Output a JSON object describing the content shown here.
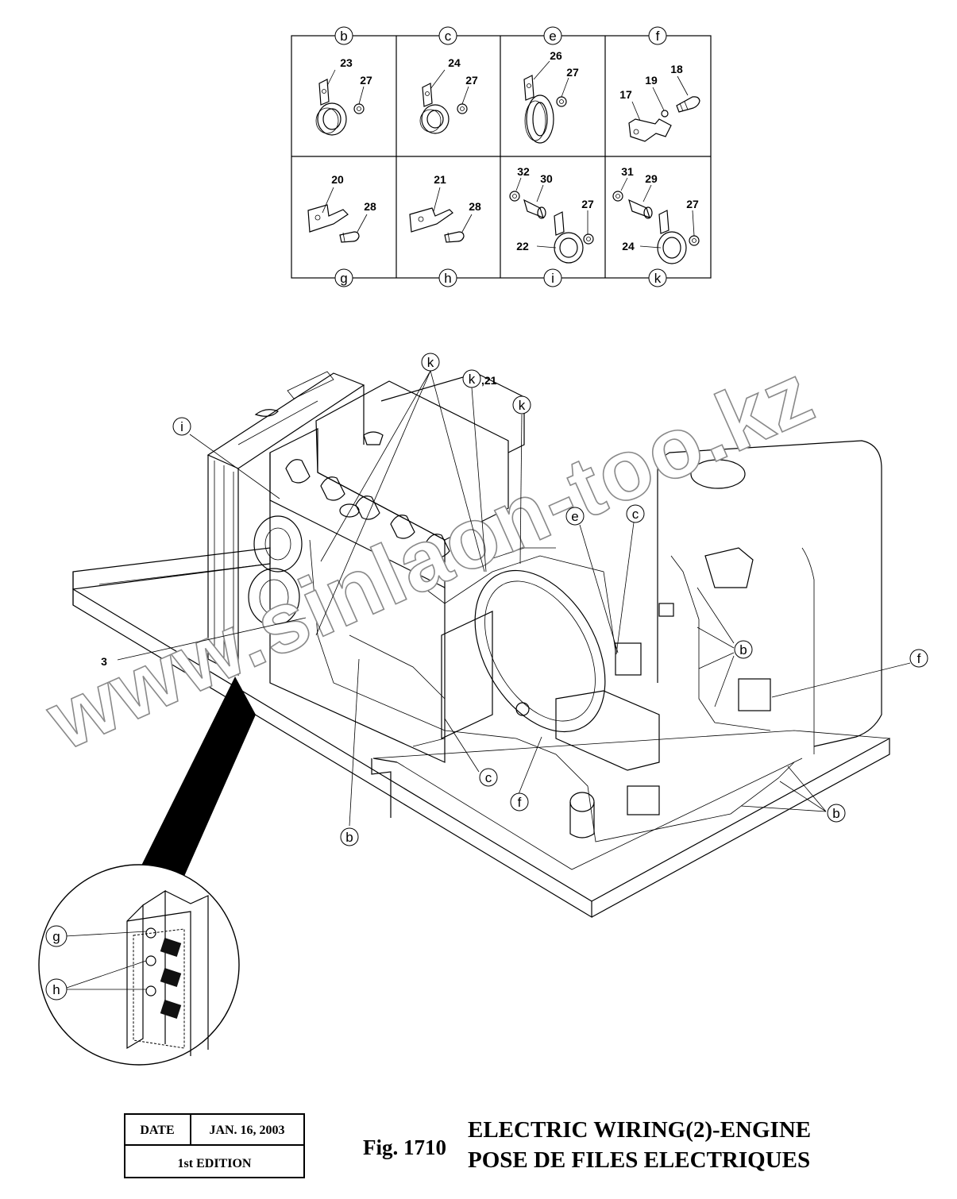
{
  "detail_grid": {
    "cells": [
      {
        "id": "b",
        "parts": [
          "23",
          "27"
        ]
      },
      {
        "id": "c",
        "parts": [
          "24",
          "27"
        ]
      },
      {
        "id": "e",
        "parts": [
          "26",
          "27"
        ]
      },
      {
        "id": "f",
        "parts": [
          "17",
          "19",
          "18"
        ]
      },
      {
        "id": "g",
        "parts": [
          "20",
          "28"
        ]
      },
      {
        "id": "h",
        "parts": [
          "21",
          "28"
        ]
      },
      {
        "id": "i",
        "parts": [
          "32",
          "30",
          "27",
          "22"
        ]
      },
      {
        "id": "k",
        "parts": [
          "31",
          "29",
          "27",
          "24"
        ]
      }
    ]
  },
  "main_callouts": {
    "k1": "k",
    "k2": "k",
    "k2_suffix": ",21",
    "k3": "k",
    "i": "i",
    "e": "e",
    "c_top": "c",
    "b_right": "b",
    "f_right": "f",
    "c_bottom": "c",
    "f_bottom": "f",
    "b_bottom": "b",
    "b_lower_right": "b",
    "part_3": "3"
  },
  "inset_callouts": {
    "g": "g",
    "h": "h"
  },
  "watermark": "www.sinlaon-too.kz",
  "title_block": {
    "date_label": "DATE",
    "date_value": "JAN. 16, 2003",
    "edition": "1st EDITION",
    "fig": "Fig. 1710",
    "title_en": "ELECTRIC WIRING(2)-ENGINE",
    "title_fr": "POSE DE FILES ELECTRIQUES"
  }
}
